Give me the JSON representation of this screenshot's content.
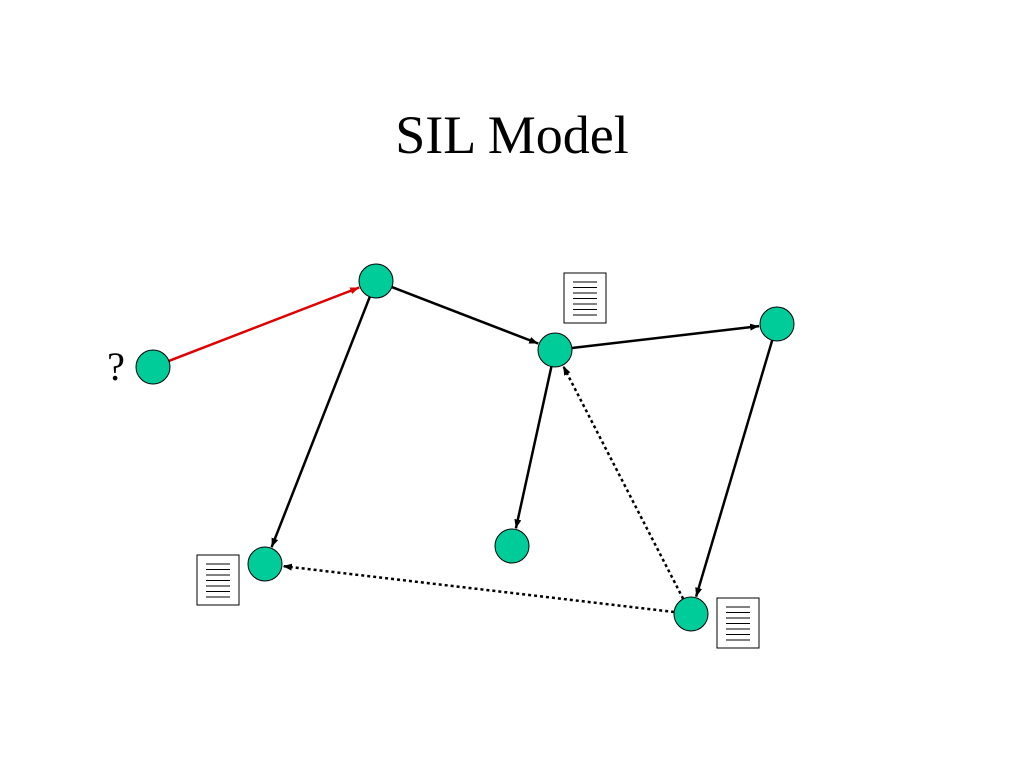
{
  "slide": {
    "title": "SIL Model"
  },
  "diagram": {
    "query_label": "?",
    "colors": {
      "node_fill": "#00CC99",
      "node_stroke": "#000000",
      "edge": "#000000",
      "query_edge": "#E00000",
      "document_fill": "#ffffff"
    },
    "nodes": [
      {
        "id": "query"
      },
      {
        "id": "n1"
      },
      {
        "id": "n2"
      },
      {
        "id": "n3"
      },
      {
        "id": "n4"
      },
      {
        "id": "n5"
      },
      {
        "id": "n6"
      }
    ],
    "edges": [
      {
        "from": "query",
        "to": "n1",
        "style": "query"
      },
      {
        "from": "n1",
        "to": "n2",
        "style": "solid"
      },
      {
        "from": "n1",
        "to": "n5",
        "style": "solid"
      },
      {
        "from": "n2",
        "to": "n3",
        "style": "solid"
      },
      {
        "from": "n2",
        "to": "n4",
        "style": "solid"
      },
      {
        "from": "n3",
        "to": "n6",
        "style": "solid"
      },
      {
        "from": "n6",
        "to": "n2",
        "style": "dotted"
      },
      {
        "from": "n6",
        "to": "n5",
        "style": "dotted"
      }
    ],
    "documents": [
      {
        "node": "n2"
      },
      {
        "node": "n5"
      },
      {
        "node": "n6"
      }
    ]
  }
}
